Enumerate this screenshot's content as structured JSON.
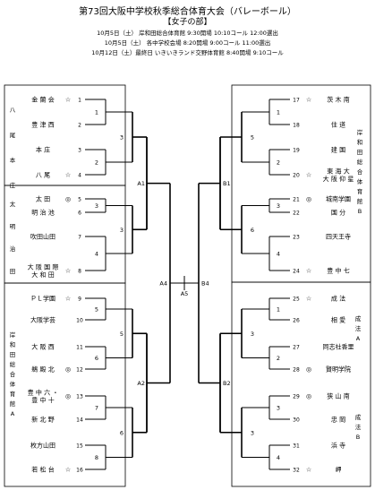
{
  "header": {
    "title": "第73回大阪中学校秋季総合体育大会（バレーボール）",
    "division": "【女子の部】",
    "schedule": [
      "10月5日（土）  岸和田総合体育館  9:30開場  10:10コール  12:00選出",
      "10月5日（土）  各中学校会場  8:20開場  9:00コール  11:00選出",
      "10月12日（土）最終日  いきいきランド交野体育館  8:40開場  9:10コール"
    ]
  },
  "left_teams": [
    {
      "seed": "1",
      "name": "金 蘭 会",
      "mark": "☆"
    },
    {
      "seed": "2",
      "name": "豊 津 西",
      "mark": ""
    },
    {
      "seed": "3",
      "name": "本 庄",
      "mark": ""
    },
    {
      "seed": "4",
      "name": "八 尾",
      "mark": "☆"
    },
    {
      "seed": "5",
      "name": "太 田",
      "mark": "◎"
    },
    {
      "seed": "6",
      "name": "明 治 池",
      "mark": ""
    },
    {
      "seed": "7",
      "name": "吹田山田",
      "mark": ""
    },
    {
      "seed": "8",
      "name": "大 阪 国 際\n大 和 田",
      "mark": "☆"
    },
    {
      "seed": "9",
      "name": "ＰＬ学園",
      "mark": "☆"
    },
    {
      "seed": "10",
      "name": "大阪学芸",
      "mark": ""
    },
    {
      "seed": "11",
      "name": "大 阪 西",
      "mark": ""
    },
    {
      "seed": "12",
      "name": "鵜 殿 北",
      "mark": "◎"
    },
    {
      "seed": "13",
      "name": "豊 中 六 ・\n豊 中 十",
      "mark": "◎"
    },
    {
      "seed": "14",
      "name": "新 北 野",
      "mark": ""
    },
    {
      "seed": "15",
      "name": "枚方山田",
      "mark": ""
    },
    {
      "seed": "16",
      "name": "若 松 台",
      "mark": "☆"
    }
  ],
  "right_teams": [
    {
      "seed": "17",
      "name": "茨 木 南",
      "mark": "☆"
    },
    {
      "seed": "18",
      "name": "住 道",
      "mark": ""
    },
    {
      "seed": "19",
      "name": "建 国",
      "mark": ""
    },
    {
      "seed": "20",
      "name": "東 海 大\n大 阪 仰 星",
      "mark": "☆"
    },
    {
      "seed": "21",
      "name": "城南学園",
      "mark": "◎"
    },
    {
      "seed": "22",
      "name": "国 分",
      "mark": ""
    },
    {
      "seed": "23",
      "name": "四天王寺",
      "mark": ""
    },
    {
      "seed": "24",
      "name": "豊 中 七",
      "mark": "☆"
    },
    {
      "seed": "25",
      "name": "成 法",
      "mark": "☆"
    },
    {
      "seed": "26",
      "name": "相 愛",
      "mark": ""
    },
    {
      "seed": "27",
      "name": "同志社香里",
      "mark": ""
    },
    {
      "seed": "28",
      "name": "賢明学院",
      "mark": "◎"
    },
    {
      "seed": "29",
      "name": "狭 山 南",
      "mark": "◎"
    },
    {
      "seed": "30",
      "name": "忠 岡",
      "mark": ""
    },
    {
      "seed": "31",
      "name": "浜 寺",
      "mark": ""
    },
    {
      "seed": "32",
      "name": "岬",
      "mark": "☆"
    }
  ],
  "left_r1": [
    "1",
    "2",
    "3",
    "4",
    "5",
    "6",
    "7",
    "8"
  ],
  "left_r2": [
    "3",
    "3",
    "5",
    "6"
  ],
  "right_r1": [
    "1",
    "2",
    "3",
    "4",
    "1",
    "2",
    "3",
    "4"
  ],
  "right_r2": [
    "5",
    "6",
    "3",
    "3"
  ],
  "semi": [
    "A1",
    "A2",
    "B1",
    "B2"
  ],
  "finals": [
    "A4",
    "A5",
    "B4"
  ],
  "venues": [
    {
      "text": "八尾本庄"
    },
    {
      "text": "太明治田"
    },
    {
      "text": "岸和田総合体育館A"
    },
    {
      "text": "岸和田総合体育館B"
    },
    {
      "text": "成法A"
    },
    {
      "text": "成法B"
    }
  ]
}
